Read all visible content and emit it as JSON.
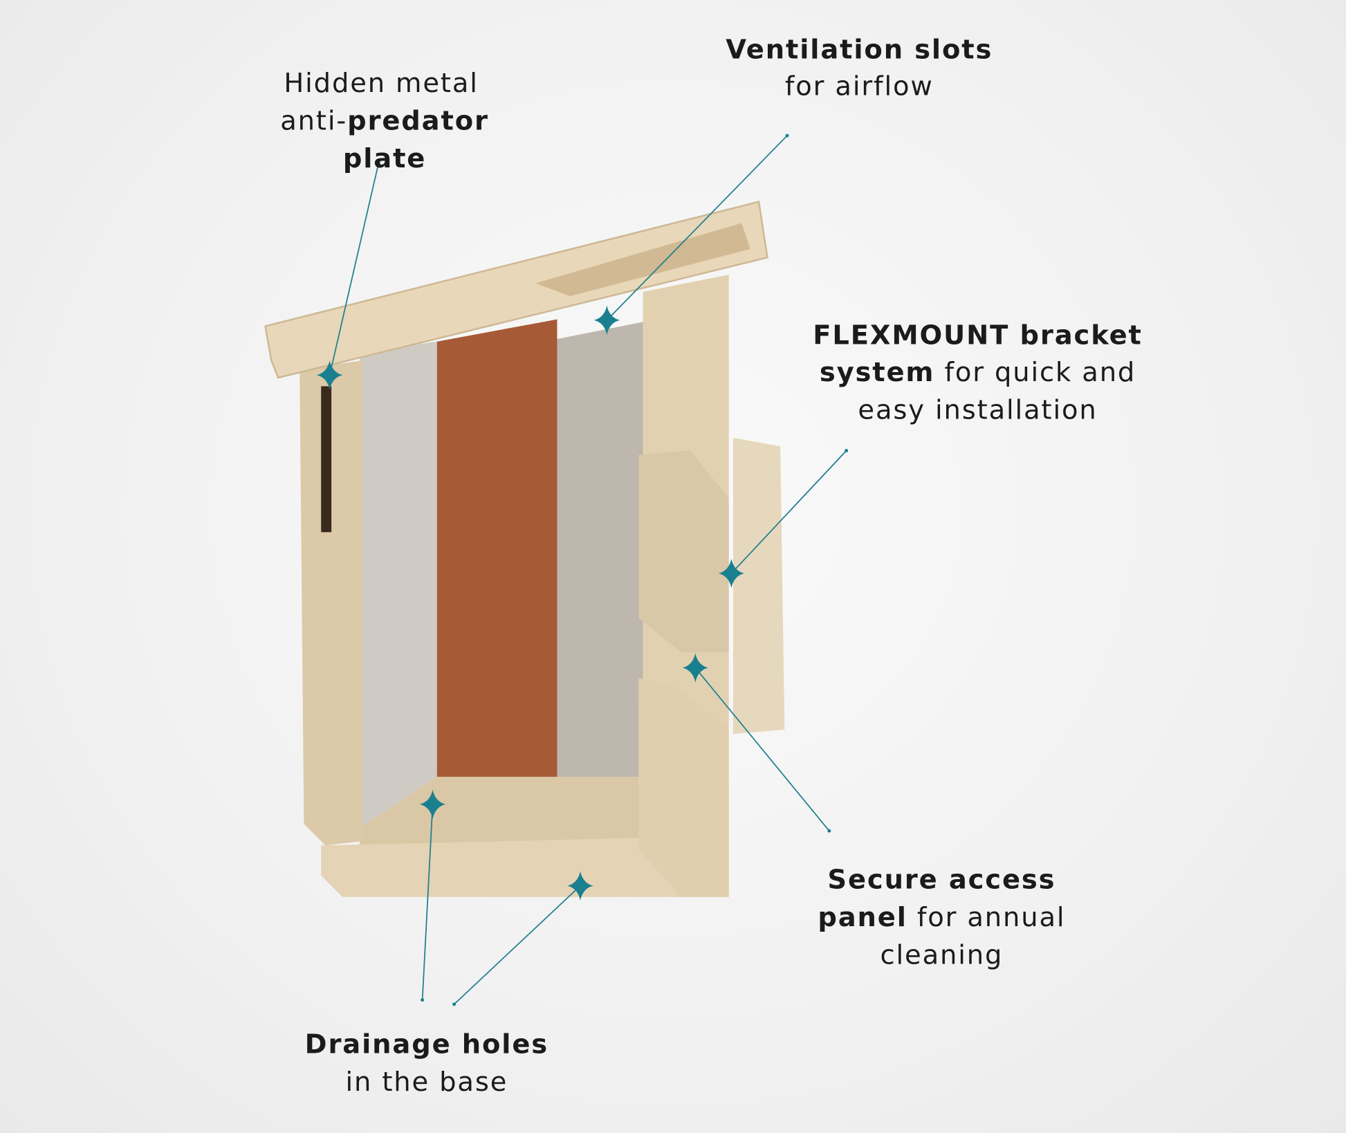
{
  "callouts": {
    "anti_predator": {
      "lines": [
        "Hidden metal",
        "anti-",
        "predator",
        "plate"
      ]
    },
    "ventilation": {
      "lines": [
        "Ventilation slots",
        "for airflow"
      ]
    },
    "flexmount": {
      "lines": [
        "FLEXMOUNT bracket",
        "system",
        " for quick and",
        "easy installation"
      ]
    },
    "access_panel": {
      "lines": [
        "Secure access",
        "panel",
        " for annual",
        "cleaning"
      ]
    },
    "drainage": {
      "lines": [
        "Drainage holes",
        "in the base"
      ]
    }
  },
  "colors": {
    "accent": "#1a8090",
    "background": "#f2f2f2"
  }
}
